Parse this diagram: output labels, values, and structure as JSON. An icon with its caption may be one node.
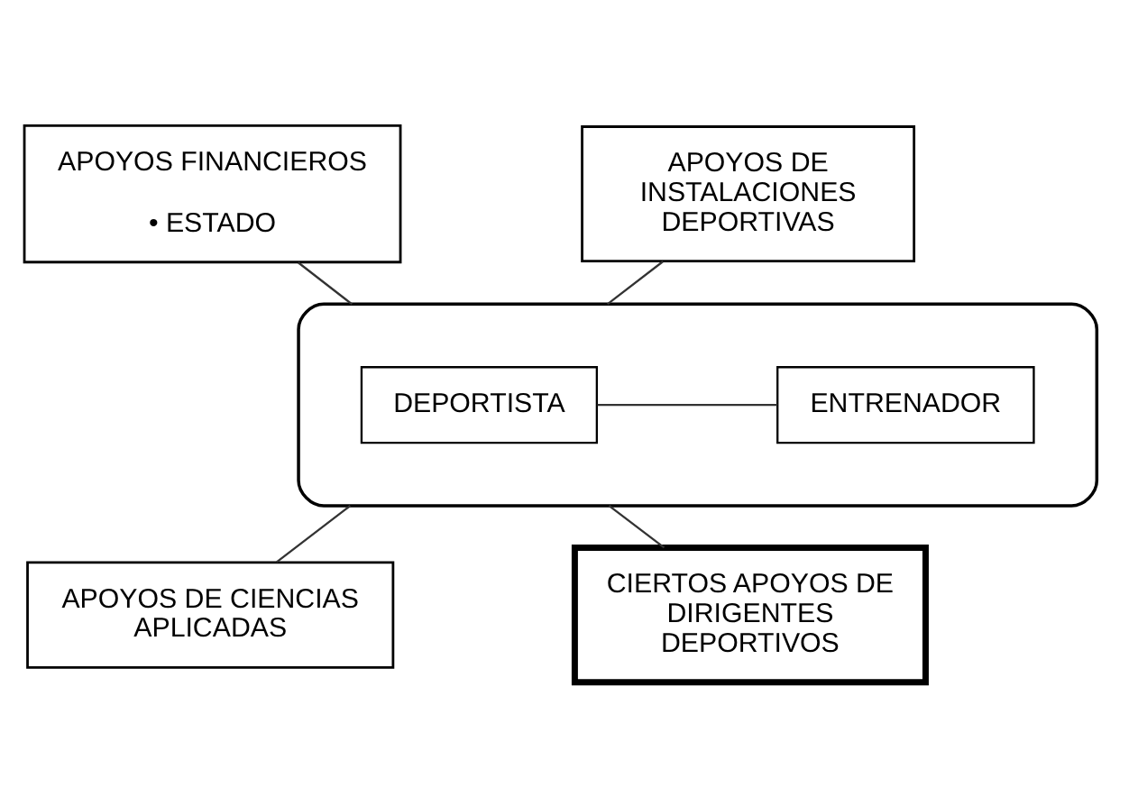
{
  "diagram": {
    "nodes": [
      {
        "text": [
          "APOYOS FINANCIEROS",
          "• ESTADO"
        ]
      },
      {
        "text": [
          "APOYOS DE INSTALACIONES DEPORTIVAS"
        ]
      },
      {
        "text": [],
        "shape": "ellipse"
      },
      {
        "text": [
          "DEPORTISTA"
        ],
        "in": 2
      },
      {
        "text": [
          "ENTRENADOR"
        ],
        "in": 2
      },
      {
        "text": [
          "APOYOS DE CIENCIAS APLICADAS"
        ]
      },
      {
        "text": [
          "CIERTOS APOYOS DE DIRIGENTES DEPORTIVOS"
        ]
      }
    ],
    "edges": [
      {
        "from": 0,
        "to": 2,
        "arrow": "none"
      },
      {
        "from": 1,
        "to": 2,
        "arrow": "none"
      },
      {
        "from": 3,
        "to": 4,
        "arrow": "none"
      },
      {
        "from": 5,
        "to": 2,
        "arrow": "none"
      },
      {
        "from": 6,
        "to": 2,
        "arrow": "none"
      }
    ]
  }
}
